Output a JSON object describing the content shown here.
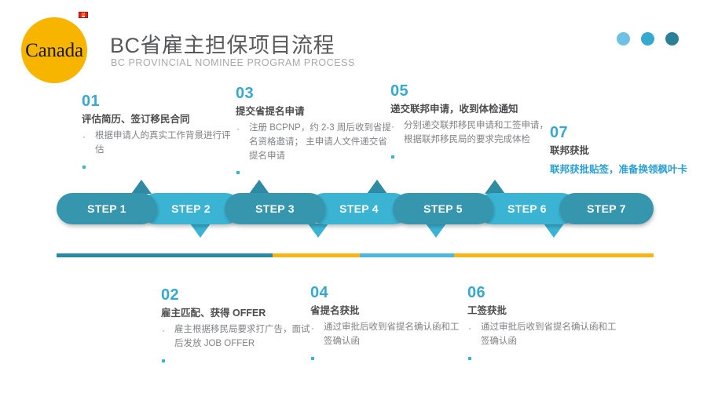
{
  "header": {
    "logo_text": "Canada",
    "logo_flag_icon": "canada-flag-icon",
    "title": "BC省雇主担保项目流程",
    "subtitle": "BC PROVINCIAL NOMINEE PROGRAM PROCESS",
    "dots": [
      {
        "color": "#6ec1e4"
      },
      {
        "color": "#35a9ce"
      },
      {
        "color": "#2a8197"
      }
    ]
  },
  "stepbar": {
    "segments": [
      {
        "label": "STEP 1",
        "color": "#3596ad"
      },
      {
        "label": "STEP 2",
        "color": "#3bb4d4"
      },
      {
        "label": "STEP 3",
        "color": "#3596ad"
      },
      {
        "label": "STEP 4",
        "color": "#3bb4d4"
      },
      {
        "label": "STEP 5",
        "color": "#3596ad"
      },
      {
        "label": "STEP 6",
        "color": "#3bb4d4"
      },
      {
        "label": "STEP 7",
        "color": "#3596ad"
      }
    ],
    "pointer_up_color": "#2f8ba4",
    "pointer_down_color": "#3bb4d4"
  },
  "divider": {
    "segments": [
      {
        "color": "#2a8aa6",
        "start": 0,
        "end": 275
      },
      {
        "color": "#fbb416",
        "start": 275,
        "end": 386
      },
      {
        "color": "#4cb8dd",
        "start": 386,
        "end": 506
      },
      {
        "color": "#fbb416",
        "start": 506,
        "end": 760
      }
    ]
  },
  "steps": [
    {
      "num": "01",
      "heading": "评估简历、签订移民合同",
      "bullets": [
        "根据申请人的真实工作背景进行评估"
      ],
      "highlight": false
    },
    {
      "num": "02",
      "heading": "雇主匹配、获得 OFFER",
      "bullets": [
        "雇主根据移民局要求打广告，面试后发放 JOB OFFER"
      ],
      "highlight": false
    },
    {
      "num": "03",
      "heading": "提交省提名申请",
      "bullets": [
        "注册 BCPNP，约 2-3 周后收到省提名资格邀请；  主申请人文件递交省提名申请"
      ],
      "highlight": false
    },
    {
      "num": "04",
      "heading": "省提名获批",
      "bullets": [
        "通过审批后收到省提名确认函和工签确认函"
      ],
      "highlight": false
    },
    {
      "num": "05",
      "heading": "递交联邦申请，收到体检通知",
      "bullets": [
        "分别递交联邦移民申请和工签申请，根据联邦移民局的要求完成体检"
      ],
      "highlight": false
    },
    {
      "num": "06",
      "heading": "工签获批",
      "bullets": [
        "通过审批后收到省提名确认函和工签确认函"
      ],
      "highlight": false
    },
    {
      "num": "07",
      "heading": "联邦获批",
      "subheading": "联邦获批贴签，准备换领枫叶卡",
      "bullets": [],
      "highlight": true
    }
  ]
}
